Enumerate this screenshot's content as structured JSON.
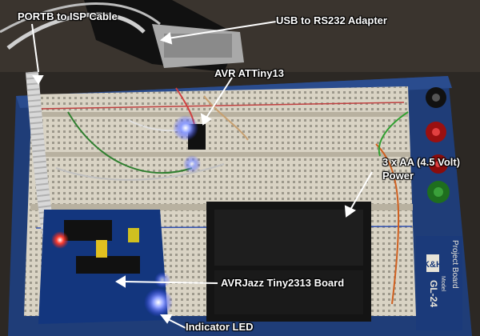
{
  "annotations": {
    "portb_cable": "PORTB to ISP Cable",
    "usb_adapter": "USB to RS232 Adapter",
    "avr_chip": "AVR ATTiny13",
    "battery": "3 x AA (4.5 Volt)",
    "battery_power": "Power",
    "board": "AVRJazz Tiny2313 Board",
    "indicator": "Indicator LED"
  },
  "breadboard_logo": {
    "brand": "K&H",
    "product": "Project Board",
    "model_label": "Model",
    "model": "GL-24"
  }
}
